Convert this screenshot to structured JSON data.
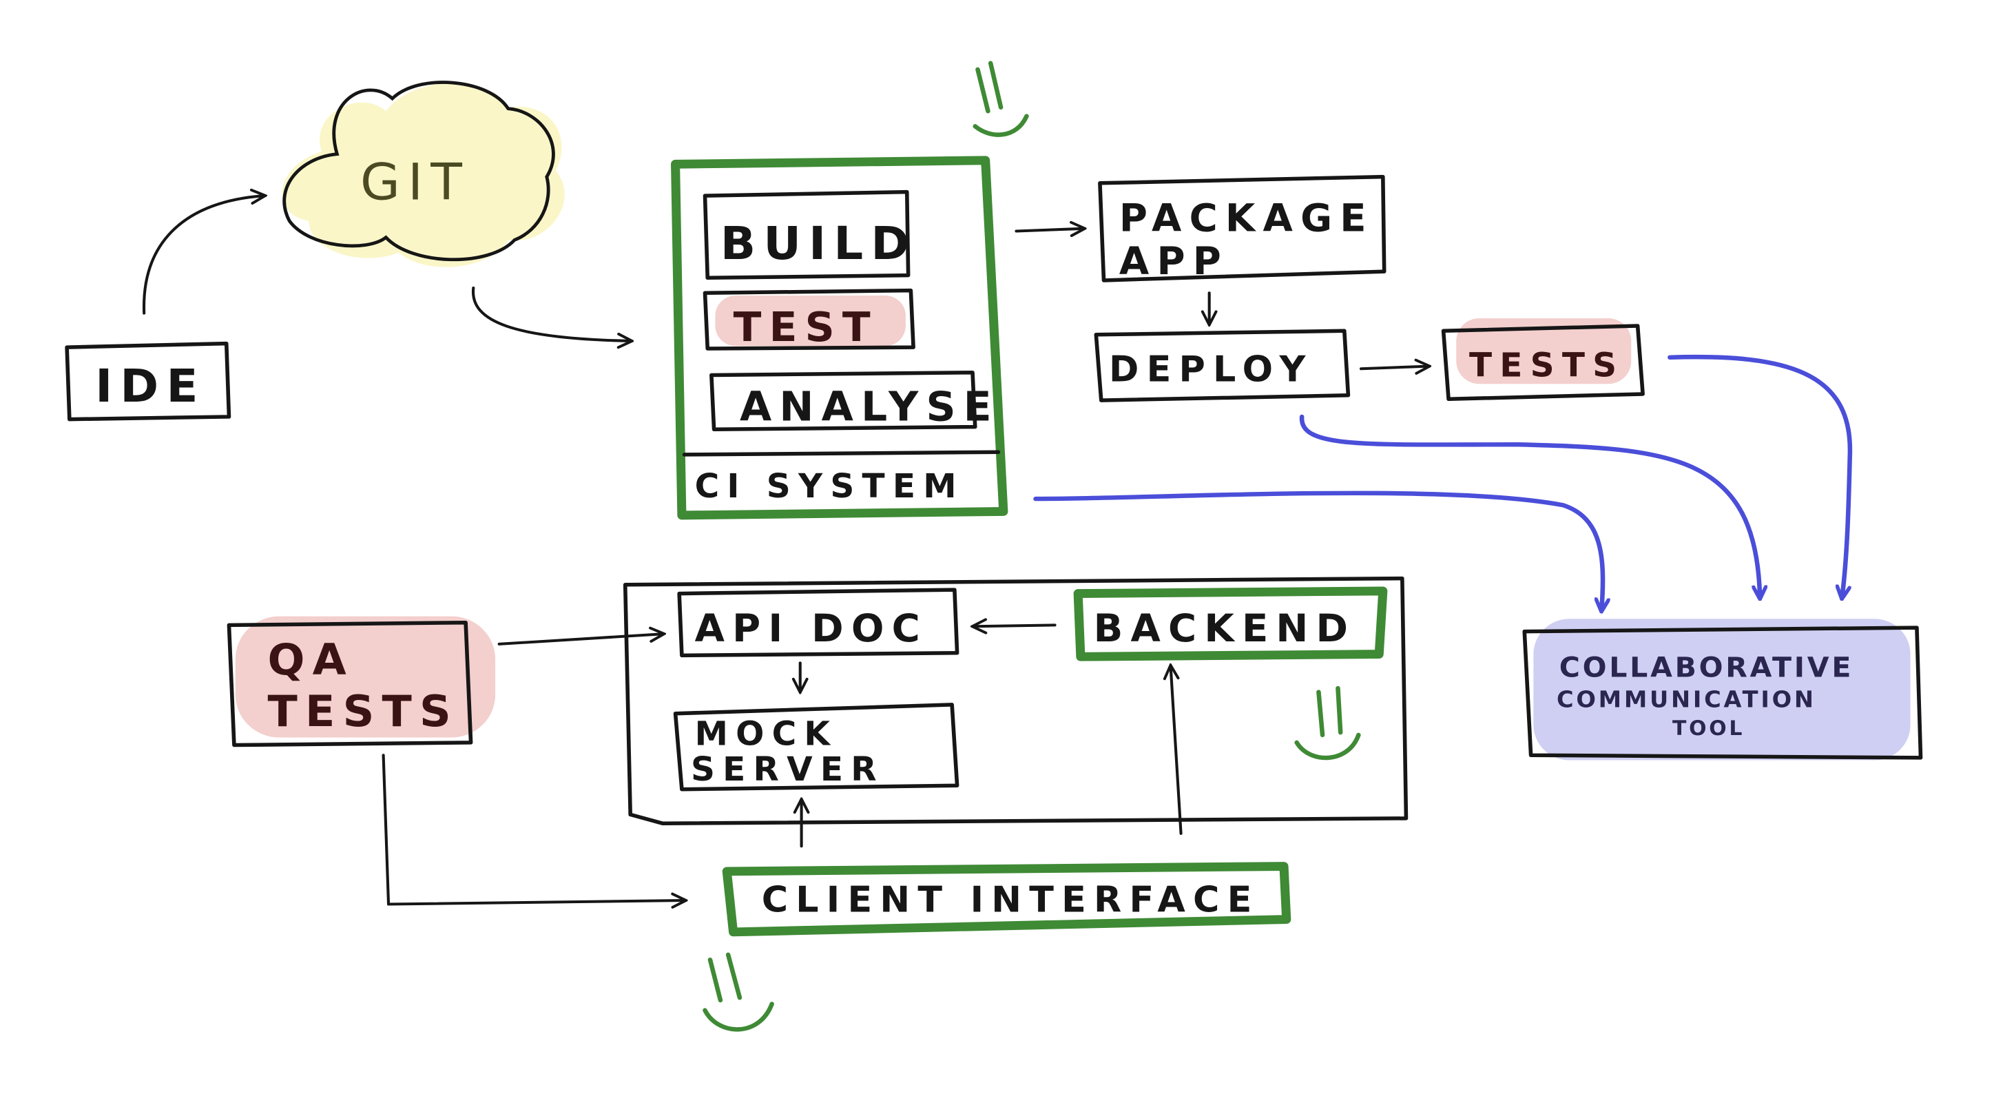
{
  "colors": {
    "ink": "#161616",
    "green_highlight": "#3f8a35",
    "red_highlight": "#f3cfcd",
    "yellow_cloud": "#faf6c8",
    "blue_arrow": "#4a4ed9",
    "purple_highlight": "#cfcff3"
  },
  "nodes": {
    "ide": "IDE",
    "git": "GIT",
    "build": "BUILD",
    "test": "TEST",
    "analyse": "ANALYSE",
    "ci_system": "CI SYSTEM",
    "package_app_line1": "PACKAGE",
    "package_app_line2": "APP",
    "deploy": "DEPLOY",
    "tests": "TESTS",
    "collab_line1": "COLLABORATIVE",
    "collab_line2": "COMMUNICATION",
    "collab_line3": "TOOL",
    "qa_line1": "QA",
    "qa_line2": "TESTS",
    "api_doc": "API DOC",
    "backend": "BACKEND",
    "mock_line1": "MOCK",
    "mock_line2": "SERVER",
    "client_interface": "CLIENT INTERFACE"
  },
  "icons": [
    "smiley-icon",
    "smiley-icon",
    "smiley-icon",
    "cloud-icon"
  ]
}
